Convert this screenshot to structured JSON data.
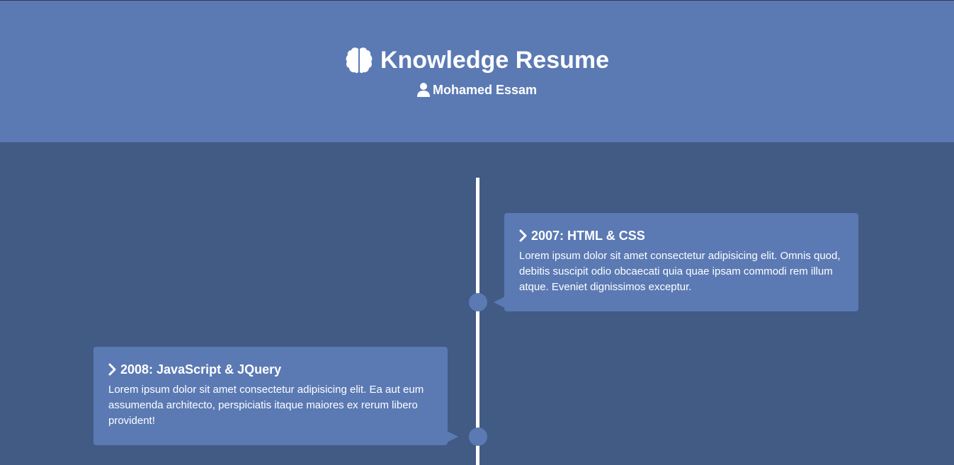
{
  "header": {
    "title": "Knowledge Resume",
    "name": "Mohamed Essam",
    "title_icon": "brain-icon",
    "name_icon": "user-icon"
  },
  "timeline": {
    "items": [
      {
        "title": "2007: HTML & CSS",
        "text": "Lorem ipsum dolor sit amet consectetur adipisicing elit. Omnis quod, debitis suscipit odio obcaecati quia quae ipsam commodi rem illum atque. Eveniet dignissimos exceptur.",
        "side": "right",
        "icon": "chevron-right-icon"
      },
      {
        "title": "2008: JavaScript & JQuery",
        "text": "Lorem ipsum dolor sit amet consectetur adipisicing elit. Ea aut eum assumenda architecto, perspiciatis itaque maiores ex rerum libero provident!",
        "side": "left",
        "icon": "chevron-right-icon"
      }
    ]
  },
  "colors": {
    "page_background": "#425b84",
    "header_background": "#5b7ab4",
    "card_background": "#5b7ab4",
    "axis": "#ffffff",
    "text": "#ffffff"
  }
}
